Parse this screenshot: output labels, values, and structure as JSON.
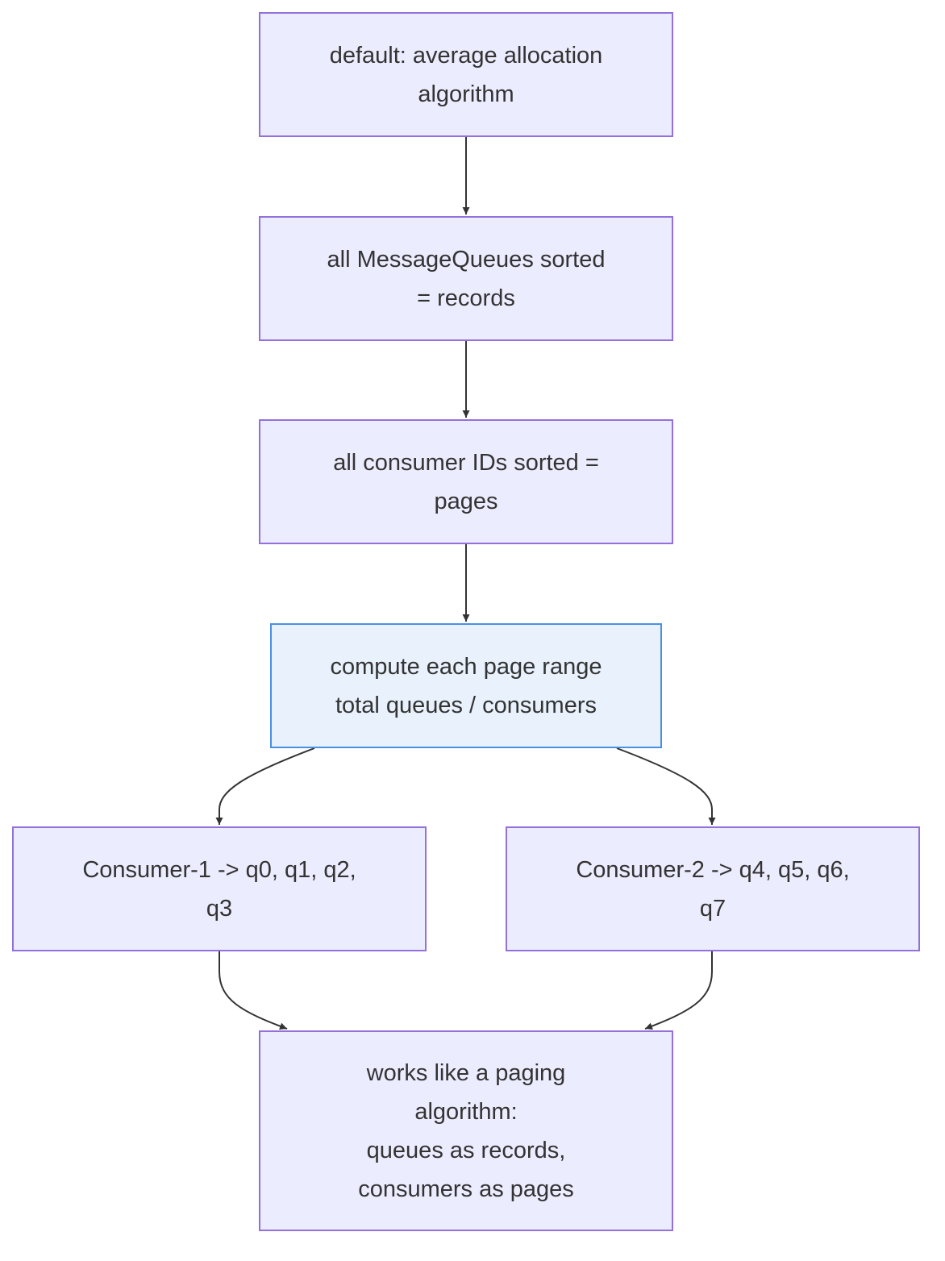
{
  "diagram": {
    "nodes": [
      {
        "id": "n1",
        "lines": [
          "default: average allocation",
          "algorithm"
        ]
      },
      {
        "id": "n2",
        "lines": [
          "all MessageQueues sorted",
          "= records"
        ]
      },
      {
        "id": "n3",
        "lines": [
          "all consumer IDs sorted =",
          "pages"
        ]
      },
      {
        "id": "n4",
        "lines": [
          "compute each page range",
          "total queues / consumers"
        ],
        "highlight": true
      },
      {
        "id": "n5",
        "lines": [
          "Consumer-1 -> q0, q1, q2,",
          "q3"
        ]
      },
      {
        "id": "n6",
        "lines": [
          "Consumer-2 -> q4, q5, q6,",
          "q7"
        ]
      },
      {
        "id": "n7",
        "lines": [
          "works like a paging",
          "algorithm:",
          "queues as records,",
          "consumers as pages"
        ]
      }
    ],
    "edges": [
      {
        "from": "n1",
        "to": "n2"
      },
      {
        "from": "n2",
        "to": "n3"
      },
      {
        "from": "n3",
        "to": "n4"
      },
      {
        "from": "n4",
        "to": "n5"
      },
      {
        "from": "n4",
        "to": "n6"
      },
      {
        "from": "n5",
        "to": "n7"
      },
      {
        "from": "n6",
        "to": "n7"
      }
    ],
    "colors": {
      "node_fill": "#ECECFF",
      "node_border": "#9370DB",
      "highlight_fill": "#E8F1FC",
      "highlight_border": "#4A90E2",
      "edge": "#333333",
      "text": "#333333"
    }
  }
}
